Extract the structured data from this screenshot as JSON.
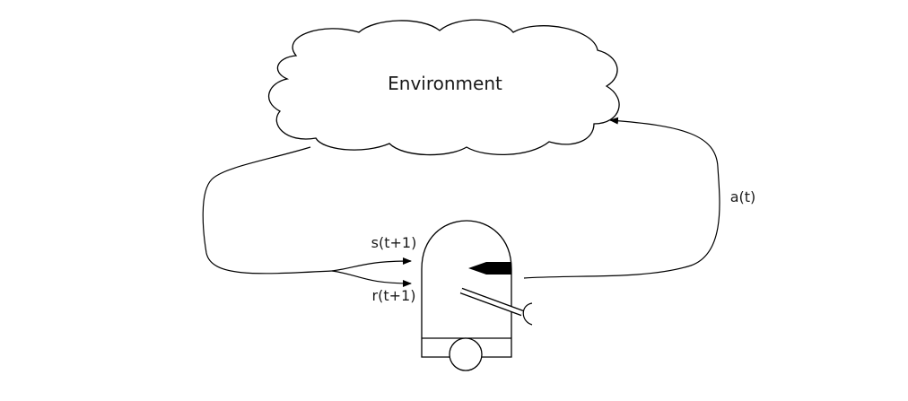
{
  "environment": {
    "label": "Environment"
  },
  "signals": {
    "action": "a(t)",
    "state": "s(t+1)",
    "reward": "r(t+1)"
  },
  "colors": {
    "line": "#000000",
    "fill": "#ffffff"
  }
}
